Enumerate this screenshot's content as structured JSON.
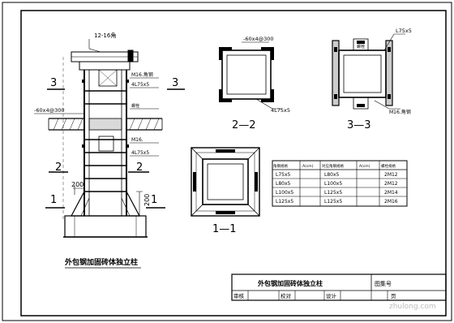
{
  "column_view": {
    "top_plate": "12-16角",
    "bolt_m16": "M16.角钢",
    "angle_l75": "4L75x5",
    "batten": "-60x4@300",
    "label_cap": "螺栓",
    "label_mid": "角钢",
    "bolt_m16_2": "M16.",
    "angle_l75_2": "4L75x5",
    "dim_200_h": "200",
    "dim_200_v": "200",
    "sec_3": "3",
    "sec_2": "2",
    "sec_1": "1",
    "caption": "外包钢加固砖体独立柱"
  },
  "section_22": {
    "batten": "-60x4@300",
    "angle": "4L75x5",
    "title": "2—2"
  },
  "section_33": {
    "angle": "L75x5",
    "bolt": "M16.角钢",
    "label": "螺栓",
    "title": "3—3"
  },
  "section_11": {
    "title": "1—1"
  },
  "table": {
    "headers": [
      "角钢规格",
      "A(cm)",
      "对应角钢规格",
      "A(cm)",
      "螺栓规格"
    ],
    "rows": [
      [
        "L75x5",
        "",
        "L80x5",
        "",
        "2M12"
      ],
      [
        "L80x5",
        "",
        "L100x5",
        "",
        "2M12"
      ],
      [
        "L100x5",
        "",
        "L125x5",
        "",
        "2M14"
      ],
      [
        "L125x5",
        "",
        "L125x5",
        "",
        "2M16"
      ]
    ]
  },
  "title_block": {
    "title": "外包钢加固砖体独立柱",
    "drawing_no": "图集号",
    "review": "审核",
    "check": "校对",
    "design": "设计",
    "page": "页"
  },
  "watermark": "zhulong.com"
}
